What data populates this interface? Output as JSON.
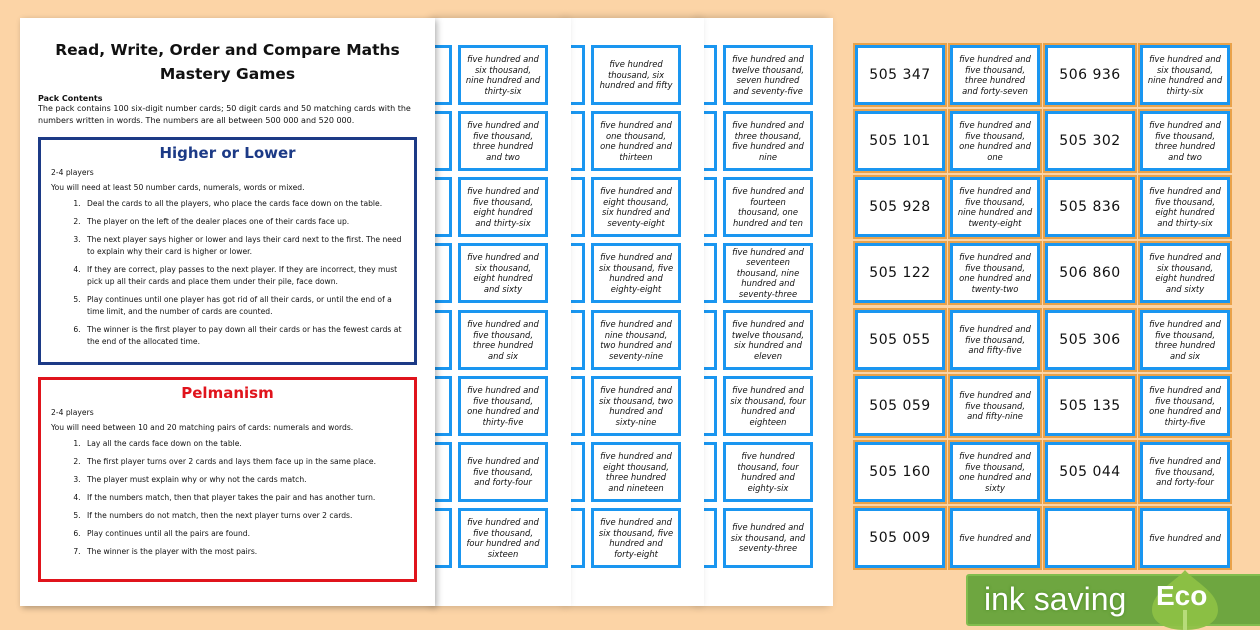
{
  "guide": {
    "title_line1": "Read, Write, Order and Compare Maths",
    "title_line2": "Mastery Games",
    "pack_heading": "Pack Contents",
    "pack_text": "The pack contains 100 six-digit number cards; 50 digit cards and 50 matching cards with the numbers written in words. The numbers are all between 500 000 and 520 000.",
    "higher_lower": {
      "title": "Higher or Lower",
      "players": "2-4 players",
      "need": "You will need at least 50 number cards, numerals, words or mixed.",
      "steps": [
        "Deal the cards to all the players, who place the cards face down on the table.",
        "The player on the left of the dealer places one of their cards face up.",
        "The next player says higher or lower and lays their card next to the first. The need to explain why their card is higher or lower.",
        "If they are correct, play passes to the next player. If they are incorrect, they must pick up all their cards and place them under their pile, face down.",
        "Play continues until one player has got rid of all their cards, or until the end of a time limit, and the number of cards are counted.",
        "The winner is the first player to pay down all their cards or has the fewest cards at the end of the allocated time."
      ]
    },
    "pelmanism": {
      "title": "Pelmanism",
      "players": "2-4 players",
      "need": "You will need between 10 and 20 matching pairs of cards: numerals and words.",
      "steps": [
        "Lay all the cards face down on the table.",
        "The first player turns over 2 cards and lays them face up in the same place.",
        "The player must explain why or why not the cards match.",
        "If the numbers match, then that player takes the pair and has another turn.",
        "If the numbers do not match, then the next player turns over 2 cards.",
        "Play continues until all the pairs are found.",
        "The winner is the player with the most pairs."
      ]
    }
  },
  "stacked_pages": [
    [
      "five hundred and six thousand, nine hundred and thirty-six",
      "five hundred and five thousand, three hundred and two",
      "five hundred and five thousand, eight hundred and thirty-six",
      "five hundred and six thousand, eight hundred and sixty",
      "five hundred and five thousand, three hundred and six",
      "five hundred and five thousand, one hundred and thirty-five",
      "five hundred and five thousand, and forty-four",
      "five hundred and five thousand, four hundred and sixteen"
    ],
    [
      "five hundred thousand, six hundred and fifty",
      "five hundred and one thousand, one hundred and thirteen",
      "five hundred and eight thousand, six hundred and seventy-eight",
      "five hundred and six thousand, five hundred and eighty-eight",
      "five hundred and nine thousand, two hundred and seventy-nine",
      "five hundred and six thousand, two hundred and sixty-nine",
      "five hundred and eight thousand, three hundred and nineteen",
      "five hundred and six thousand, five hundred and forty-eight"
    ],
    [
      "five hundred and twelve thousand, seven hundred and seventy-five",
      "five hundred and three thousand, five hundred and nine",
      "five hundred and fourteen thousand, one hundred and ten",
      "five hundred and seventeen thousand, nine hundred and seventy-three",
      "five hundred and twelve thousand, six hundred and eleven",
      "five hundred and six thousand, four hundred and eighteen",
      "five hundred thousand, four hundred and eighty-six",
      "five hundred and six thousand, and seventy-three"
    ]
  ],
  "card_grid": [
    [
      "505 347",
      "five hundred and five thousand, three hundred and forty-seven",
      "506 936",
      "five hundred and six thousand, nine hundred and thirty-six"
    ],
    [
      "505 101",
      "five hundred and five thousand, one hundred and one",
      "505 302",
      "five hundred and five thousand, three hundred and two"
    ],
    [
      "505 928",
      "five hundred and five thousand, nine hundred and twenty-eight",
      "505 836",
      "five hundred and five thousand, eight hundred and thirty-six"
    ],
    [
      "505 122",
      "five hundred and five thousand, one hundred and twenty-two",
      "506 860",
      "five hundred and six thousand, eight hundred and sixty"
    ],
    [
      "505 055",
      "five hundred and five thousand, and fifty-five",
      "505 306",
      "five hundred and five thousand, three hundred and six"
    ],
    [
      "505 059",
      "five hundred and five thousand, and fifty-nine",
      "505 135",
      "five hundred and five thousand, one hundred and thirty-five"
    ],
    [
      "505 160",
      "five hundred and five thousand, one hundred and sixty",
      "505 044",
      "five hundred and five thousand, and forty-four"
    ],
    [
      "505 009",
      "five hundred and",
      "",
      "five hundred and"
    ]
  ],
  "badge": {
    "label": "ink saving",
    "eco": "Eco",
    "color": "#6ea640"
  },
  "colors": {
    "background": "#fcd4a6",
    "card_border": "#1a96f0",
    "higher_lower": "#1c3a86",
    "pelmanism": "#e0141c"
  }
}
